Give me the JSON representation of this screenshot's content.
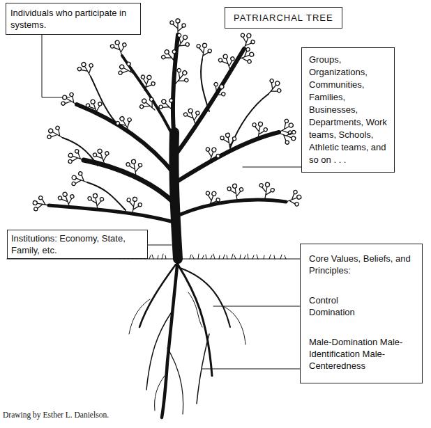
{
  "diagram": {
    "caption": "Drawing by Esther L. Danielson.",
    "nodes": [
      {
        "text": [
          "Individuals who participate in systems."
        ]
      },
      {
        "text": [
          "PATRIARCHAL TREE"
        ]
      },
      {
        "text": [
          "Groups, Organizations, Communities, Families, Businesses, Departments, Work teams, Schools, Athletic teams, and so on . . ."
        ]
      },
      {
        "text": [
          "Institutions: Economy, State, Family, etc."
        ]
      },
      {
        "text": [
          "Core Values, Beliefs, and Principles:",
          "Control Domination",
          "Male-Domination Male-Identification Male-Centeredness"
        ]
      }
    ]
  }
}
